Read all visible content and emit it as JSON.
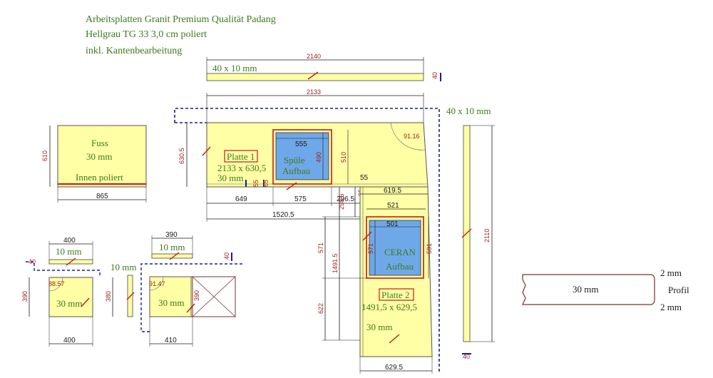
{
  "header": {
    "line1": "Arbeitsplatten Granit Premium Qualität Padang",
    "line2": "Hellgrau TG 33 3,0 cm poliert",
    "line3": "inkl. Kantenbearbeitung"
  },
  "colors": {
    "slab": "#ffffa6",
    "sink": "#6fa8e8",
    "cut": "#c41a1a",
    "dim": "#1a1a1a",
    "label": "#3d7a1c",
    "wall": "#1b1f86"
  },
  "top_strip": {
    "label": "40 x 10 mm",
    "length": "2140",
    "end": "40"
  },
  "right_strip": {
    "label": "40 x 10 mm",
    "length": "2110",
    "end": "40"
  },
  "plate1": {
    "name": "Platte 1",
    "size": "2133 x 630,5",
    "thickness": "30 mm",
    "width": "2133",
    "height": "630.5",
    "angle": "91.16",
    "seg_a": "649",
    "seg_b": "575",
    "seg_c": "296.5",
    "seg_d": "1520.5",
    "small_a": "55",
    "small_b": "65",
    "small_c": "55",
    "small_d": "65"
  },
  "sink": {
    "label_a": "Spüle",
    "label_b": "Aufbau",
    "w": "555",
    "h": "490",
    "depth": "510"
  },
  "plate2": {
    "name": "Platte 2",
    "size": "1491,5 x 629,5",
    "thickness": "30 mm",
    "top_w": "619.5",
    "inner_w": "521",
    "left_a": "298.5",
    "left_b": "571",
    "left_c": "1491.5",
    "left_d": "622",
    "right_depth": "591",
    "bottom": "629.5"
  },
  "ceran": {
    "label_a": "CERAN",
    "label_b": "Aufbau",
    "w": "501",
    "h": "571"
  },
  "fuss": {
    "title": "Fuss",
    "thickness": "30 mm",
    "finish": "Innen poliert",
    "height": "610",
    "width": "865"
  },
  "side1": {
    "strip_w": "400",
    "strip_label": "10 mm",
    "strip_end": "40",
    "angle": "88.57",
    "height": "390",
    "height_r": "380",
    "thickness": "30 mm",
    "width": "400"
  },
  "side2": {
    "strip_w": "390",
    "strip_label": "10 mm",
    "strip_end": "40",
    "angle": "91.47",
    "height": "390",
    "thickness": "30 mm",
    "width": "410",
    "small_strip": "10 mm"
  },
  "profile": {
    "thickness": "30 mm",
    "top": "2 mm",
    "name": "Profil",
    "bottom": "2 mm"
  }
}
